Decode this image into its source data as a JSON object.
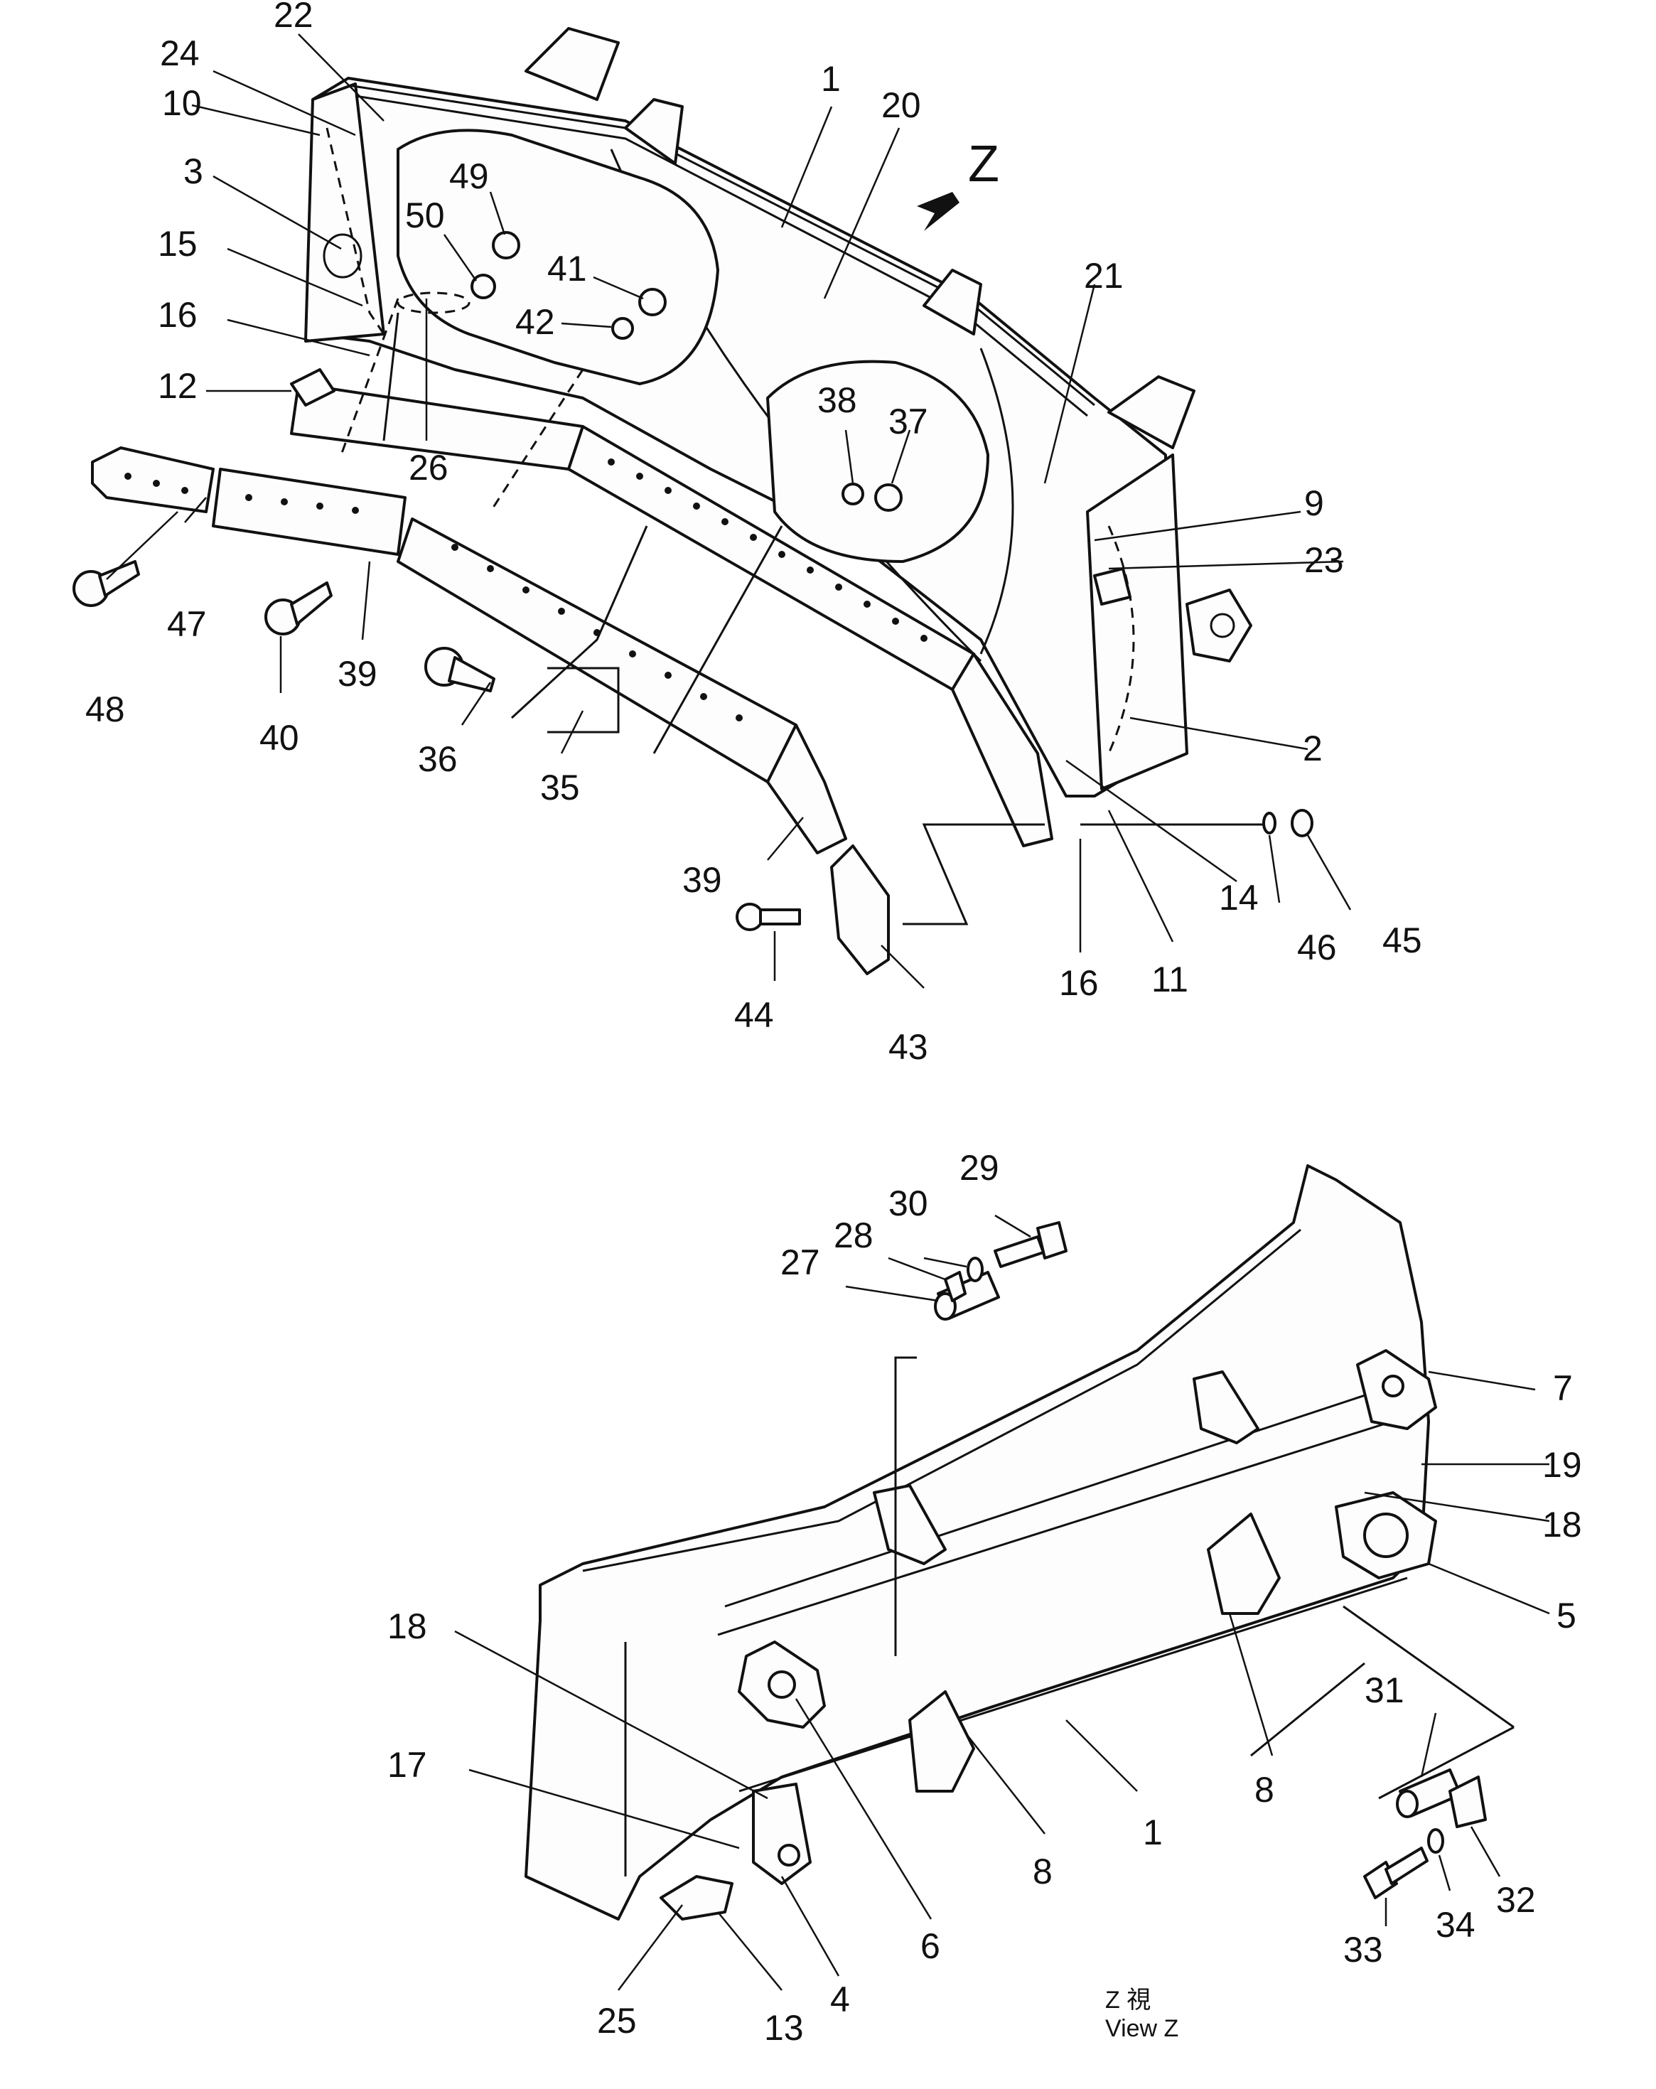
{
  "view_letter": "Z",
  "caption": {
    "jp": "Z 視",
    "en": "View Z"
  },
  "top_view_labels": [
    "22",
    "24",
    "10",
    "3",
    "15",
    "16",
    "12",
    "47",
    "48",
    "40",
    "39",
    "26",
    "49",
    "50",
    "41",
    "42",
    "1",
    "20",
    "38",
    "37",
    "21",
    "9",
    "23",
    "2",
    "36",
    "35",
    "39",
    "14",
    "46",
    "45",
    "44",
    "43",
    "16",
    "11"
  ],
  "bottom_view_labels": [
    "29",
    "30",
    "28",
    "27",
    "7",
    "19",
    "18",
    "5",
    "31",
    "18",
    "17",
    "1",
    "8",
    "8",
    "6",
    "4",
    "13",
    "25",
    "32",
    "34",
    "33"
  ]
}
